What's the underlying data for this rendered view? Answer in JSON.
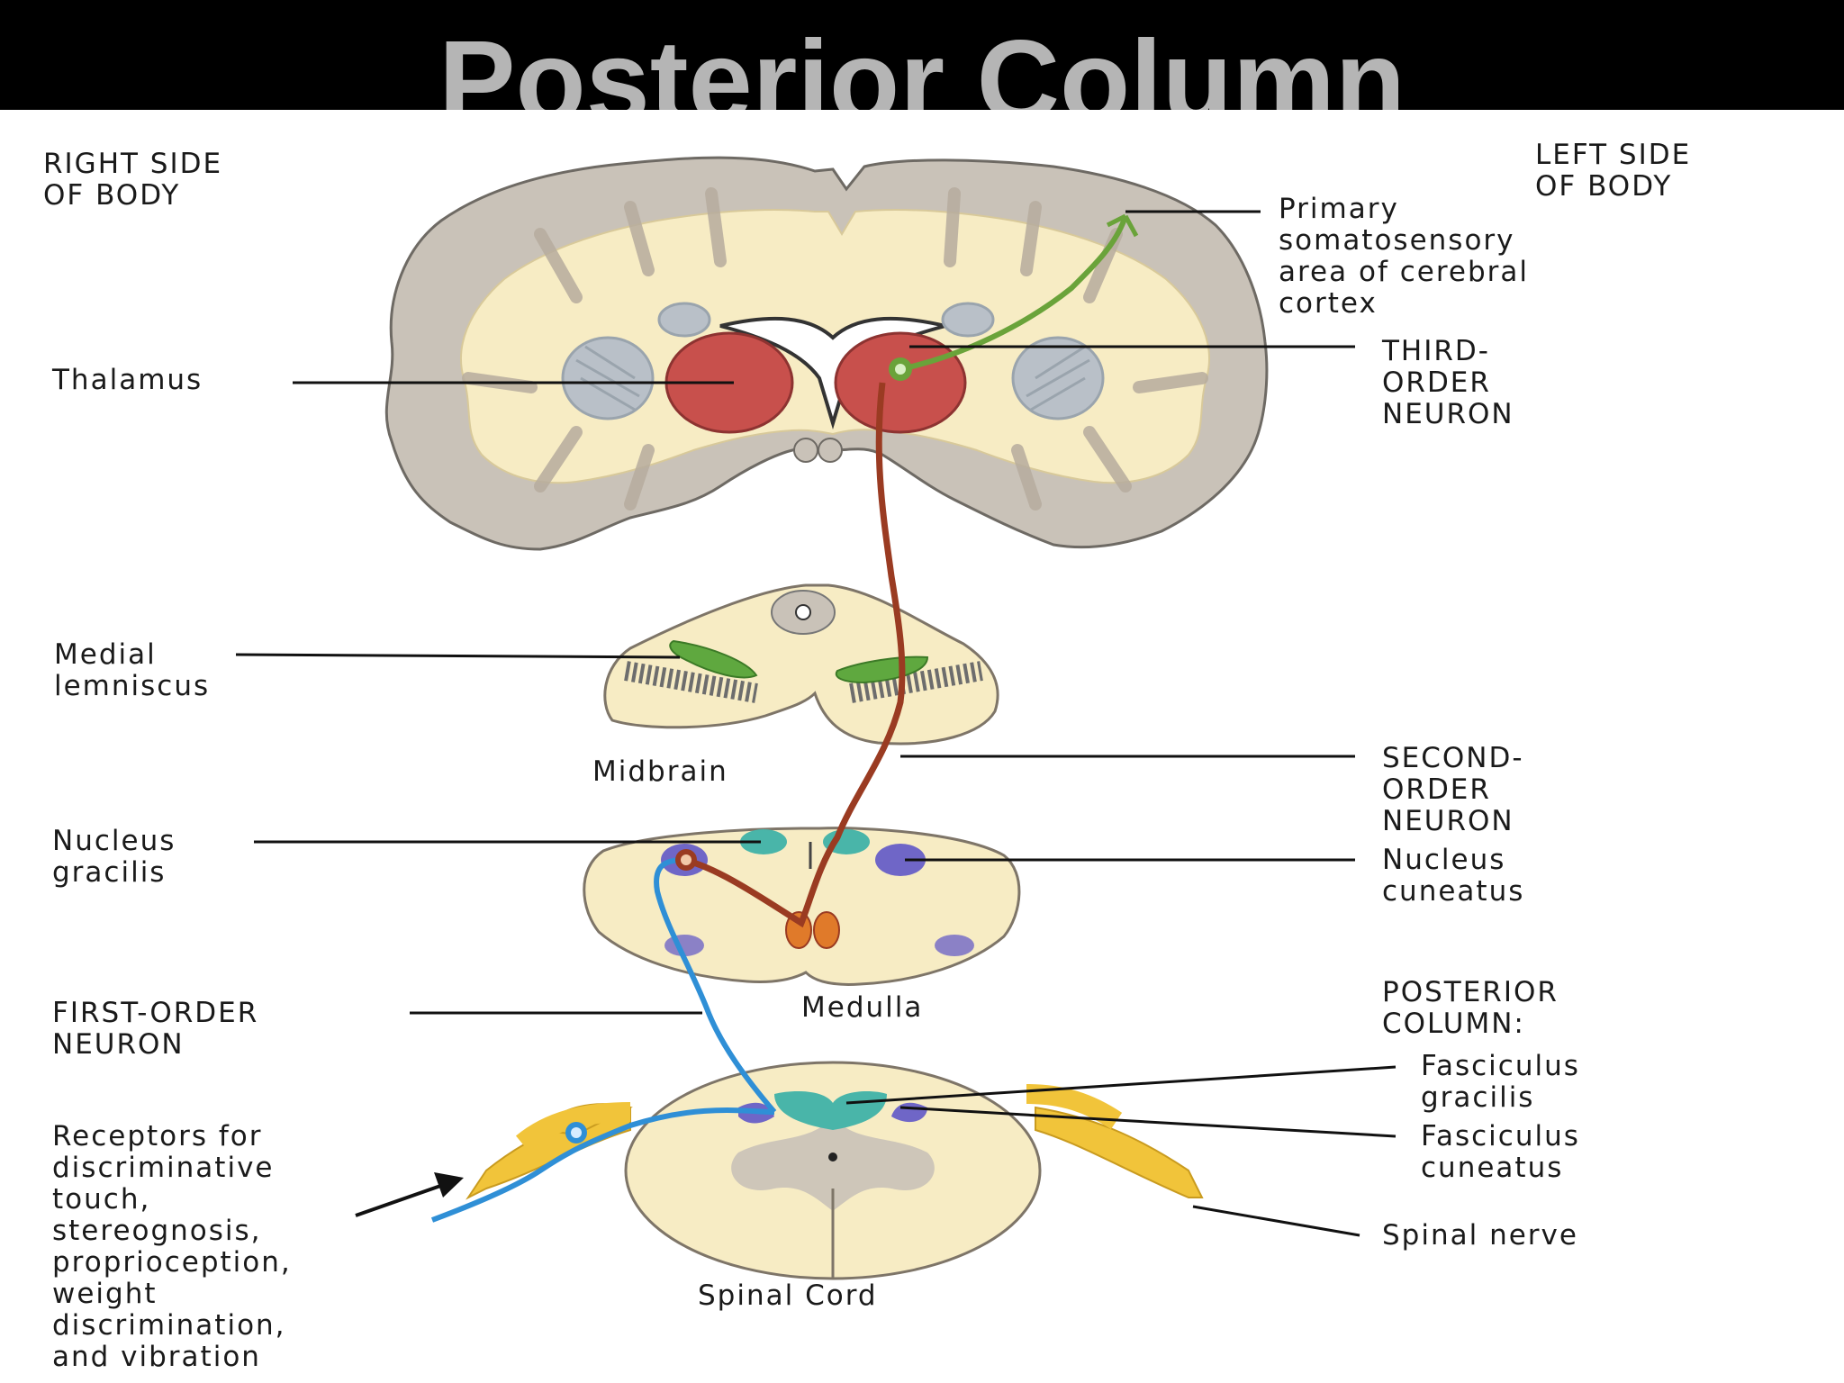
{
  "title": "Posterior Column",
  "labels": {
    "right_side": [
      "RIGHT SIDE",
      "OF BODY"
    ],
    "left_side": [
      "LEFT SIDE",
      "OF BODY"
    ],
    "primary_somatosensory": [
      "Primary",
      "somatosensory",
      "area of cerebral",
      "cortex"
    ],
    "thalamus": [
      "Thalamus"
    ],
    "third_order_neuron": [
      "THIRD-",
      "ORDER",
      "NEURON"
    ],
    "medial_lemniscus": [
      "Medial",
      "lemniscus"
    ],
    "midbrain": [
      "Midbrain"
    ],
    "second_order_neuron": [
      "SECOND-",
      "ORDER",
      "NEURON"
    ],
    "nucleus_gracilis": [
      "Nucleus",
      "gracilis"
    ],
    "nucleus_cuneatus": [
      "Nucleus",
      "cuneatus"
    ],
    "first_order_neuron": [
      "FIRST-ORDER",
      "NEURON"
    ],
    "medulla": [
      "Medulla"
    ],
    "posterior_column": [
      "POSTERIOR",
      "COLUMN:"
    ],
    "fasciculus_gracilis": [
      "Fasciculus",
      "gracilis"
    ],
    "fasciculus_cuneatus": [
      "Fasciculus",
      "cuneatus"
    ],
    "receptors": [
      "Receptors for",
      "discriminative",
      "touch,",
      "stereognosis,",
      "proprioception,",
      "weight",
      "discrimination,",
      "and vibration"
    ],
    "spinal_cord": [
      "Spinal Cord"
    ],
    "spinal_nerve": [
      "Spinal nerve"
    ]
  },
  "colors": {
    "first_order_neuron": "#2f8fd6",
    "second_order_neuron": "#9a3b22",
    "third_order_neuron": "#6aa33a",
    "thalamus": "#c8504c",
    "gray_matter": "#c9c2b8",
    "white_matter": "#f7ecc4",
    "nucleus_gracilis": "#49b5a9",
    "nucleus_cuneatus": "#6f66c7",
    "spinal_nerve": "#f1c43a",
    "title_bar": "#000000",
    "title_text": "#b5b5b5"
  }
}
